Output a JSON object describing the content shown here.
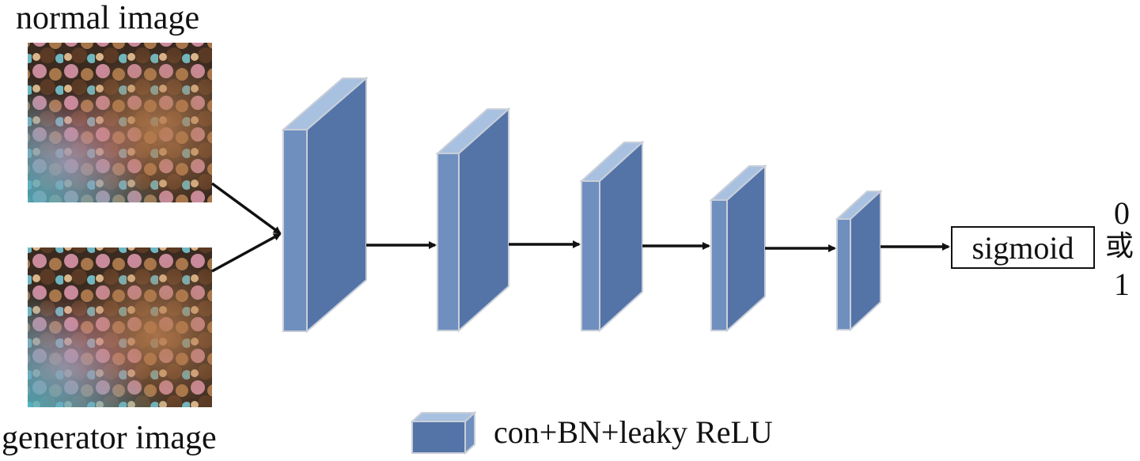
{
  "inputs": {
    "normal_label": "normal image",
    "generator_label": "generator image"
  },
  "output": {
    "sigmoid_label": "sigmoid",
    "value_top": "0",
    "connector": "或",
    "value_bottom": "1"
  },
  "legend": {
    "label": "con+BN+leaky ReLU"
  },
  "colors": {
    "block_front": "#5474a8",
    "block_side": "#6f8fbf",
    "block_top": "#a9c1e0",
    "block_edge": "#c9cfd8",
    "arrow": "#111111"
  }
}
